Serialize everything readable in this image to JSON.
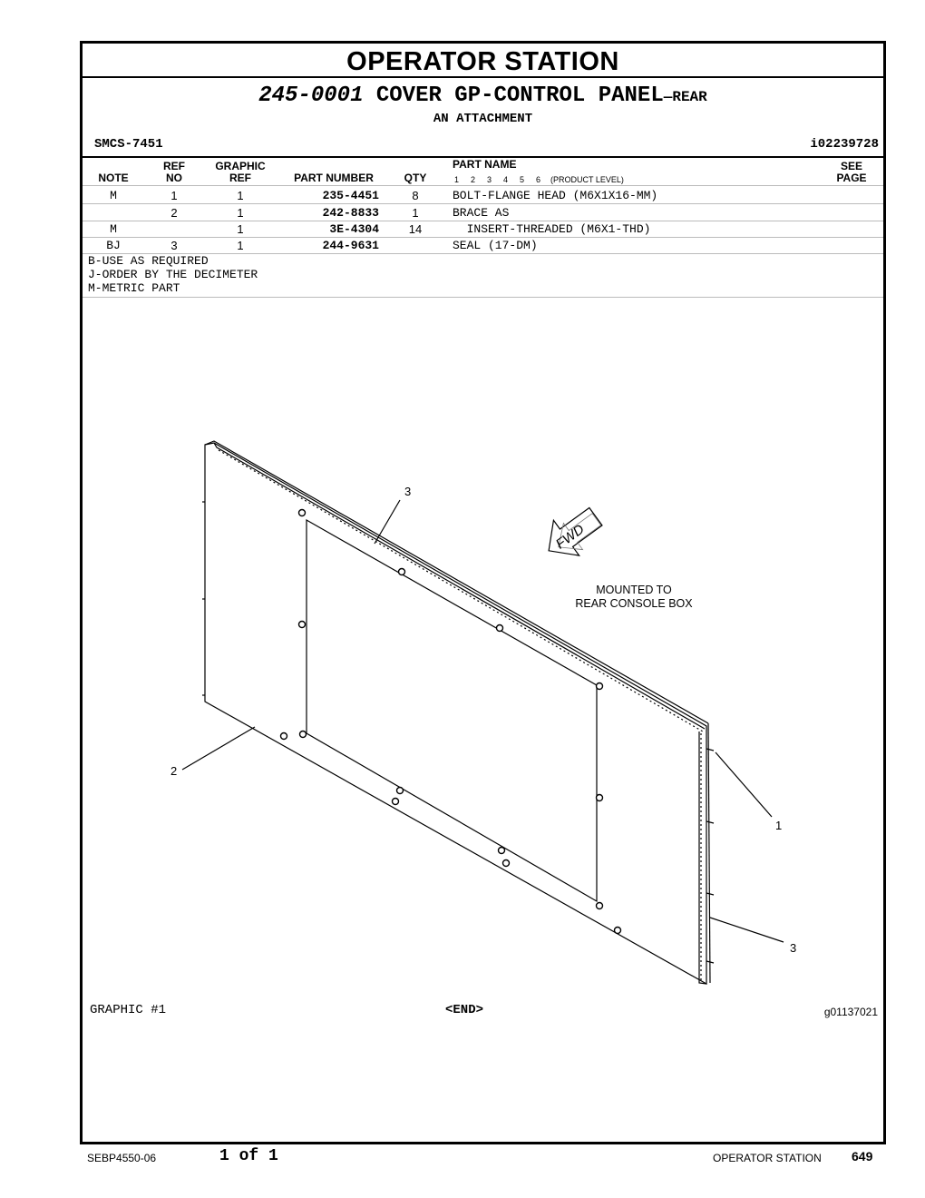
{
  "header": {
    "section_title": "OPERATOR  STATION",
    "part_number": "245-0001",
    "part_title": " COVER GP-CONTROL PANEL",
    "part_title_suffix": "—REAR",
    "attachment": "AN ATTACHMENT",
    "smcs": "SMCS-7451",
    "illustration_id": "i02239728"
  },
  "table": {
    "headers": {
      "note": "NOTE",
      "ref_top": "REF",
      "ref_bottom": "NO",
      "graphic_top": "GRAPHIC",
      "graphic_bottom": "REF",
      "part_number": "PART NUMBER",
      "qty": "QTY",
      "part_name": "PART NAME",
      "see_top": "SEE",
      "see_bottom": "PAGE",
      "levels": [
        "1",
        "2",
        "3",
        "4",
        "5",
        "6"
      ],
      "product_level": "(PRODUCT LEVEL)"
    },
    "rows": [
      {
        "note": "M",
        "ref": "1",
        "graphic": "1",
        "part_number": "235-4451",
        "qty": "8",
        "name": "BOLT-FLANGE HEAD (M6X1X16-MM)"
      },
      {
        "note": "",
        "ref": "2",
        "graphic": "1",
        "part_number": "242-8833",
        "qty": "1",
        "name": "BRACE AS"
      },
      {
        "note": "M",
        "ref": "",
        "graphic": "1",
        "part_number": "3E-4304",
        "qty": "14",
        "name": "  INSERT-THREADED (M6X1-THD)"
      },
      {
        "note": "BJ",
        "ref": "3",
        "graphic": "1",
        "part_number": "244-9631",
        "qty": "",
        "name": "SEAL (17-DM)"
      }
    ]
  },
  "notes": [
    "B-USE AS REQUIRED",
    "J-ORDER BY THE DECIMETER",
    "M-METRIC PART"
  ],
  "drawing": {
    "fwd_label": "FWD",
    "mount_line1": "MOUNTED TO",
    "mount_line2": "REAR CONSOLE BOX",
    "callouts": [
      "3",
      "2",
      "1",
      "3"
    ]
  },
  "graphic_label": "GRAPHIC #1",
  "end_label": "<END>",
  "graphic_id": "g01137021",
  "footer": {
    "doc": "SEBP4550-06",
    "page_of": "1 of 1",
    "section": "OPERATOR STATION",
    "page_number": "649"
  }
}
